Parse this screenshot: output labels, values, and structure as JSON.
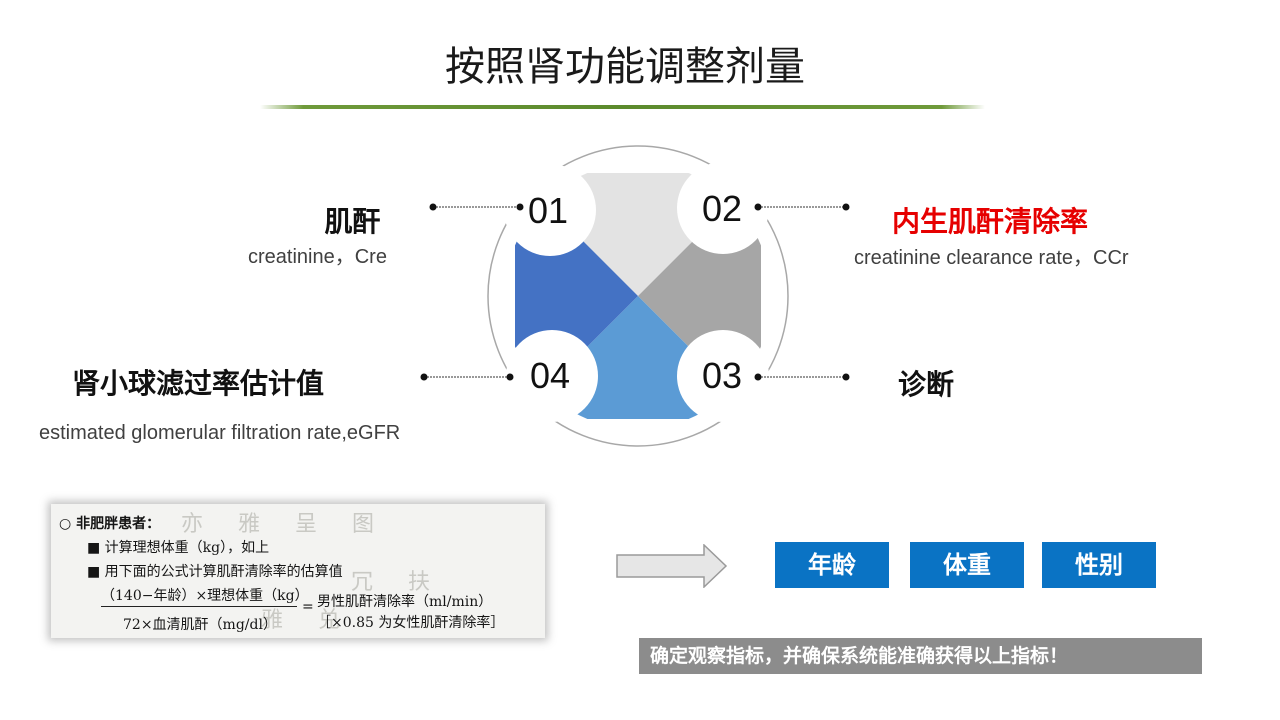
{
  "title": "按照肾功能调整剂量",
  "items": [
    {
      "num": "01",
      "title": "肌酐",
      "subtitle": "creatinine，Cre"
    },
    {
      "num": "02",
      "title": "内生肌酐清除率",
      "subtitle": "creatinine clearance rate，CCr"
    },
    {
      "num": "03",
      "title": "诊断",
      "subtitle": ""
    },
    {
      "num": "04",
      "title": "肾小球滤过率估计值",
      "subtitle": "estimated glomerular filtration rate,eGFR"
    }
  ],
  "formula_card": {
    "heading": "○ 非肥胖患者：",
    "bullet1": "■ 计算理想体重（kg），如上",
    "bullet2": "■ 用下面的公式计算肌酐清除率的估算值",
    "numerator": "（140−年龄）×理想体重（kg）",
    "denominator": "72×血清肌酐（mg/dl）",
    "equals": "=",
    "result1": "男性肌酐清除率（ml/min）",
    "result2": "［×0.85 为女性肌酐清除率］"
  },
  "factors": [
    "年龄",
    "体重",
    "性别"
  ],
  "notice": "确定观察指标，并确保系统能准确获得以上指标！",
  "colors": {
    "rule_green": "#5b8a2c",
    "quadrant_top": "#e3e3e3",
    "quadrant_right": "#a6a6a6",
    "quadrant_bottom": "#5b9bd5",
    "quadrant_left": "#4472c4",
    "chip_blue": "#0a73c4",
    "notice_gray": "#8c8c8c",
    "highlight_red": "#e60000"
  },
  "icons": {
    "arrow": "right-arrow-icon"
  }
}
